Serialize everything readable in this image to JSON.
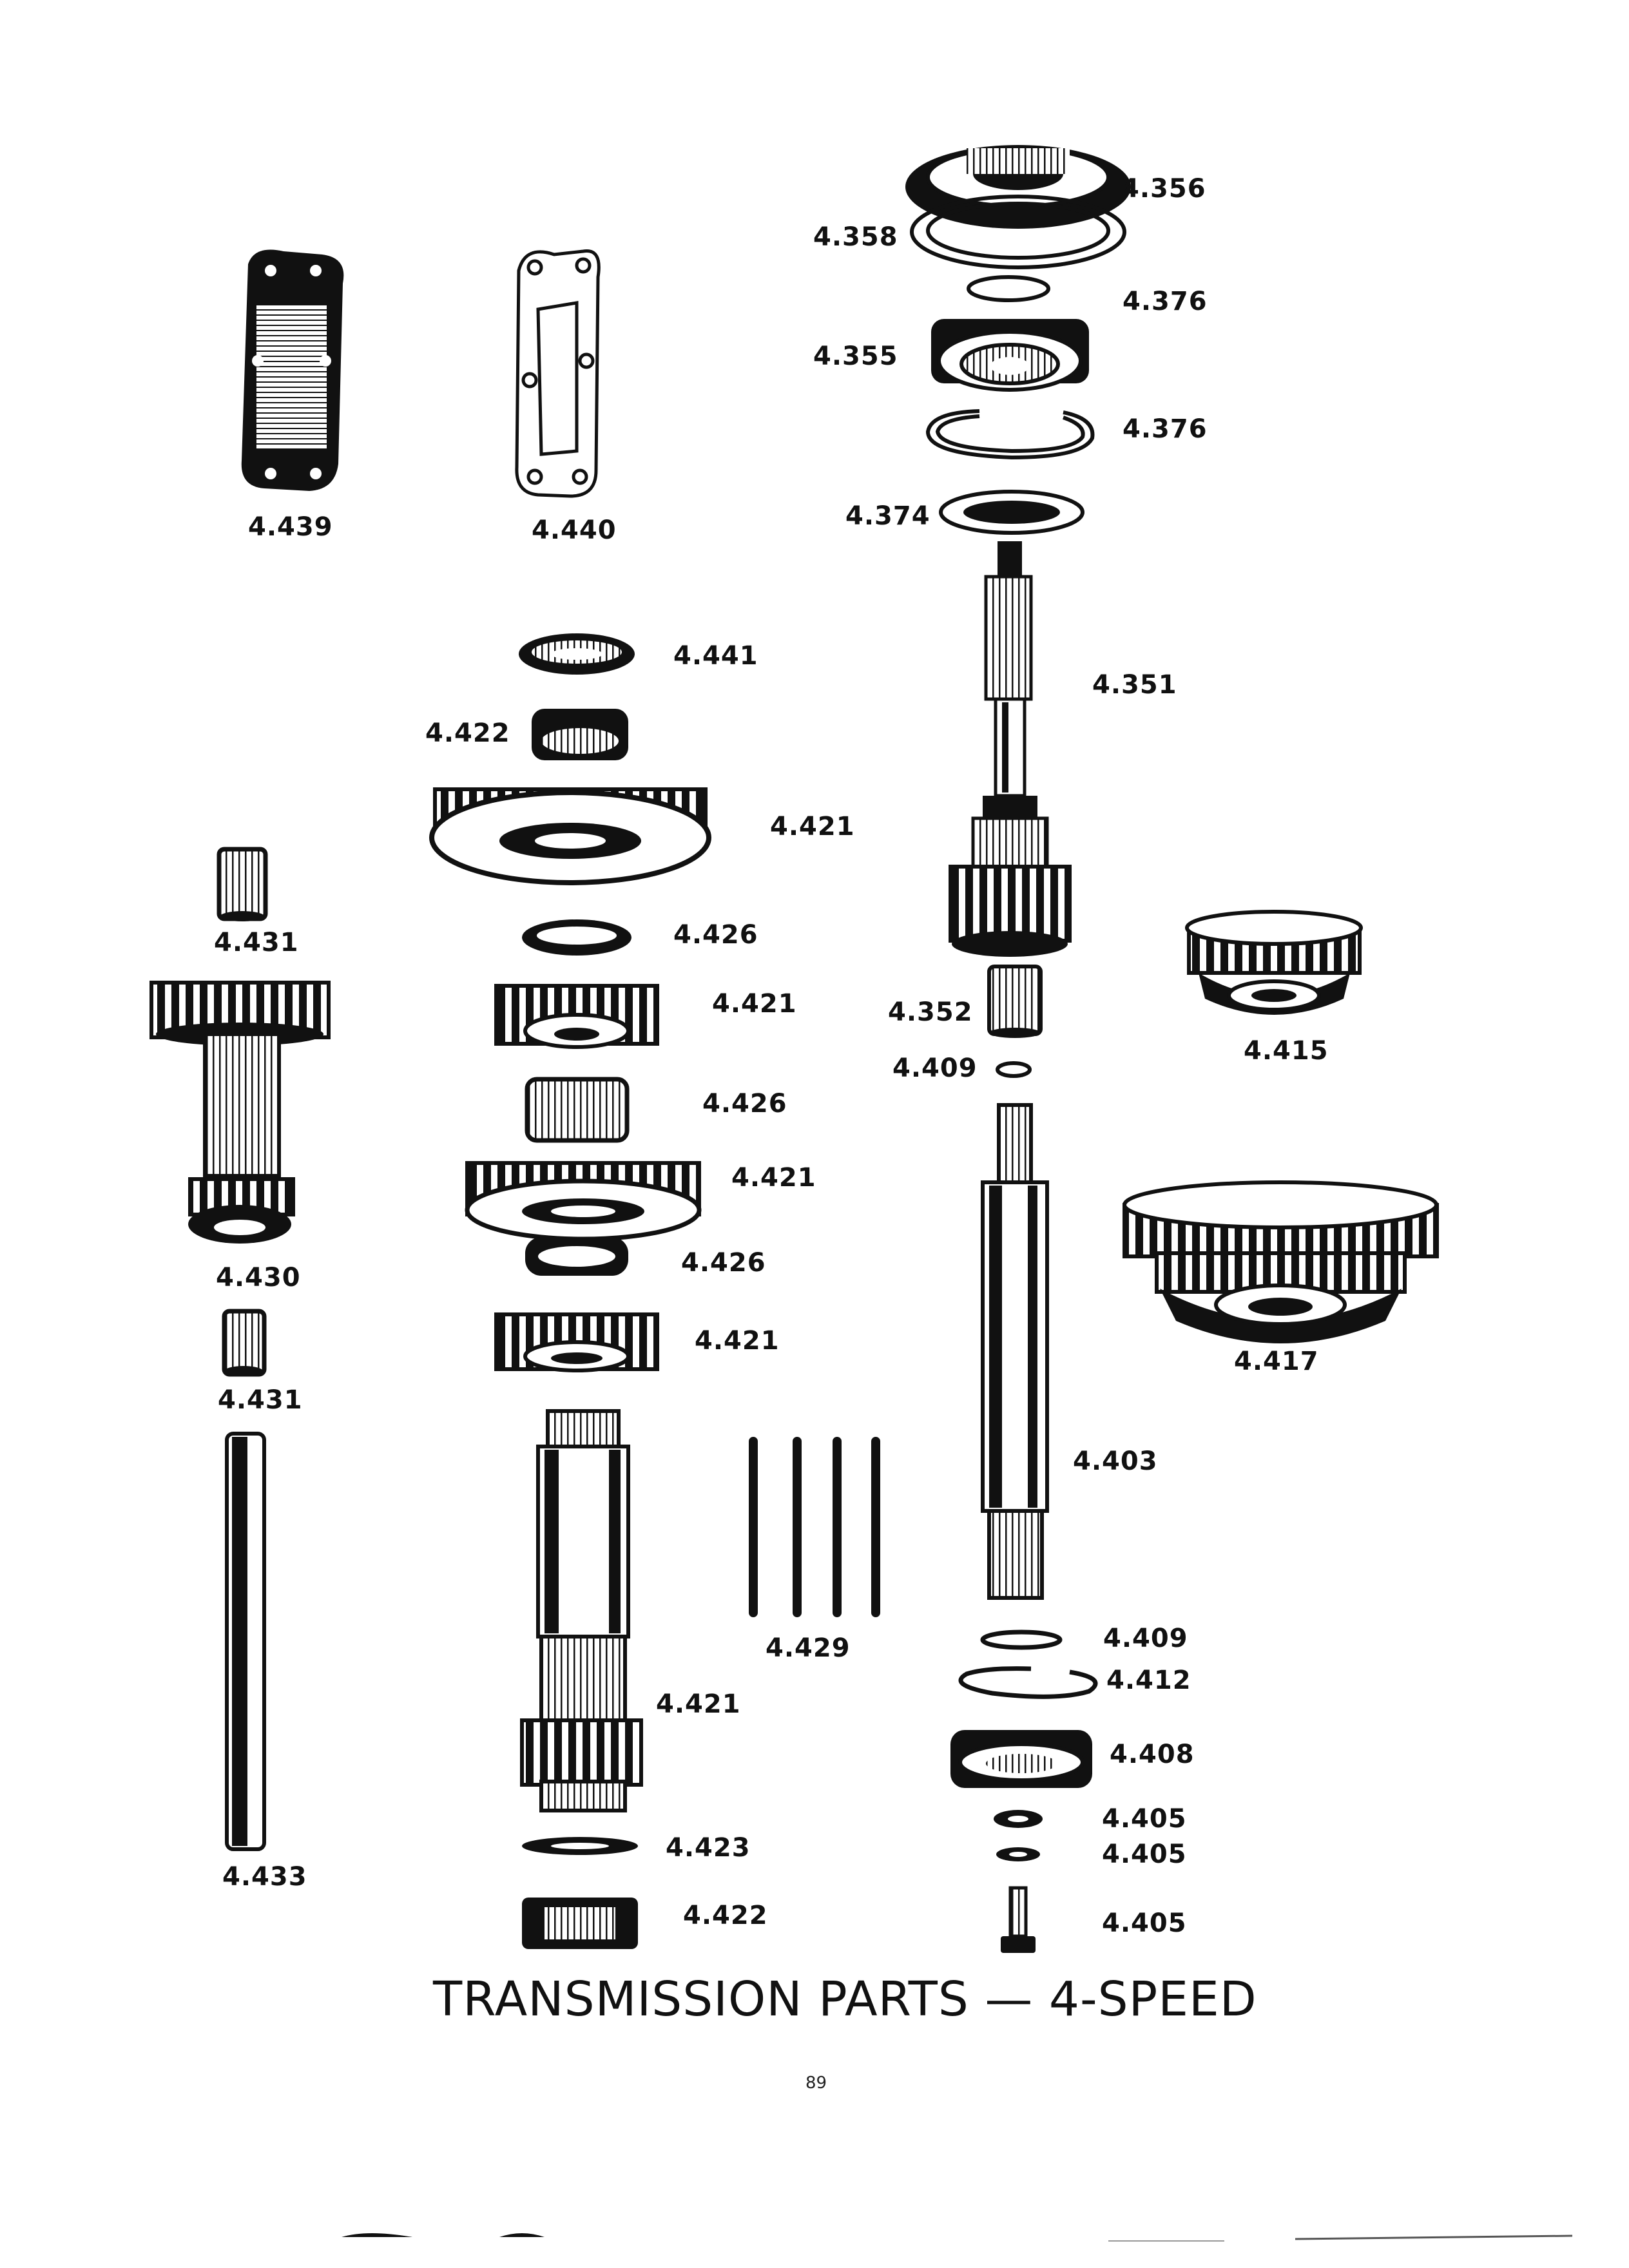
{
  "page": {
    "caption": "TRANSMISSION PARTS — 4-SPEED",
    "page_number": "89"
  },
  "parts": {
    "p4_356": "4.356",
    "p4_358": "4.358",
    "p4_376_a": "4.376",
    "p4_355": "4.355",
    "p4_376_b": "4.376",
    "p4_374": "4.374",
    "p4_439": "4.439",
    "p4_440": "4.440",
    "p4_441": "4.441",
    "p4_422_top": "4.422",
    "p4_421_a": "4.421",
    "p4_351": "4.351",
    "p4_431_top": "4.431",
    "p4_426_a": "4.426",
    "p4_421_b": "4.421",
    "p4_352": "4.352",
    "p4_409_a": "4.409",
    "p4_415": "4.415",
    "p4_426_b": "4.426",
    "p4_421_c": "4.421",
    "p4_426_c": "4.426",
    "p4_430": "4.430",
    "p4_421_d": "4.421",
    "p4_431_bottom": "4.431",
    "p4_417": "4.417",
    "p4_403": "4.403",
    "p4_429": "4.429",
    "p4_409_b": "4.409",
    "p4_412": "4.412",
    "p4_421_e": "4.421",
    "p4_408": "4.408",
    "p4_405_a": "4.405",
    "p4_405_b": "4.405",
    "p4_433": "4.433",
    "p4_423": "4.423",
    "p4_422_bottom": "4.422",
    "p4_405_c": "4.405"
  }
}
